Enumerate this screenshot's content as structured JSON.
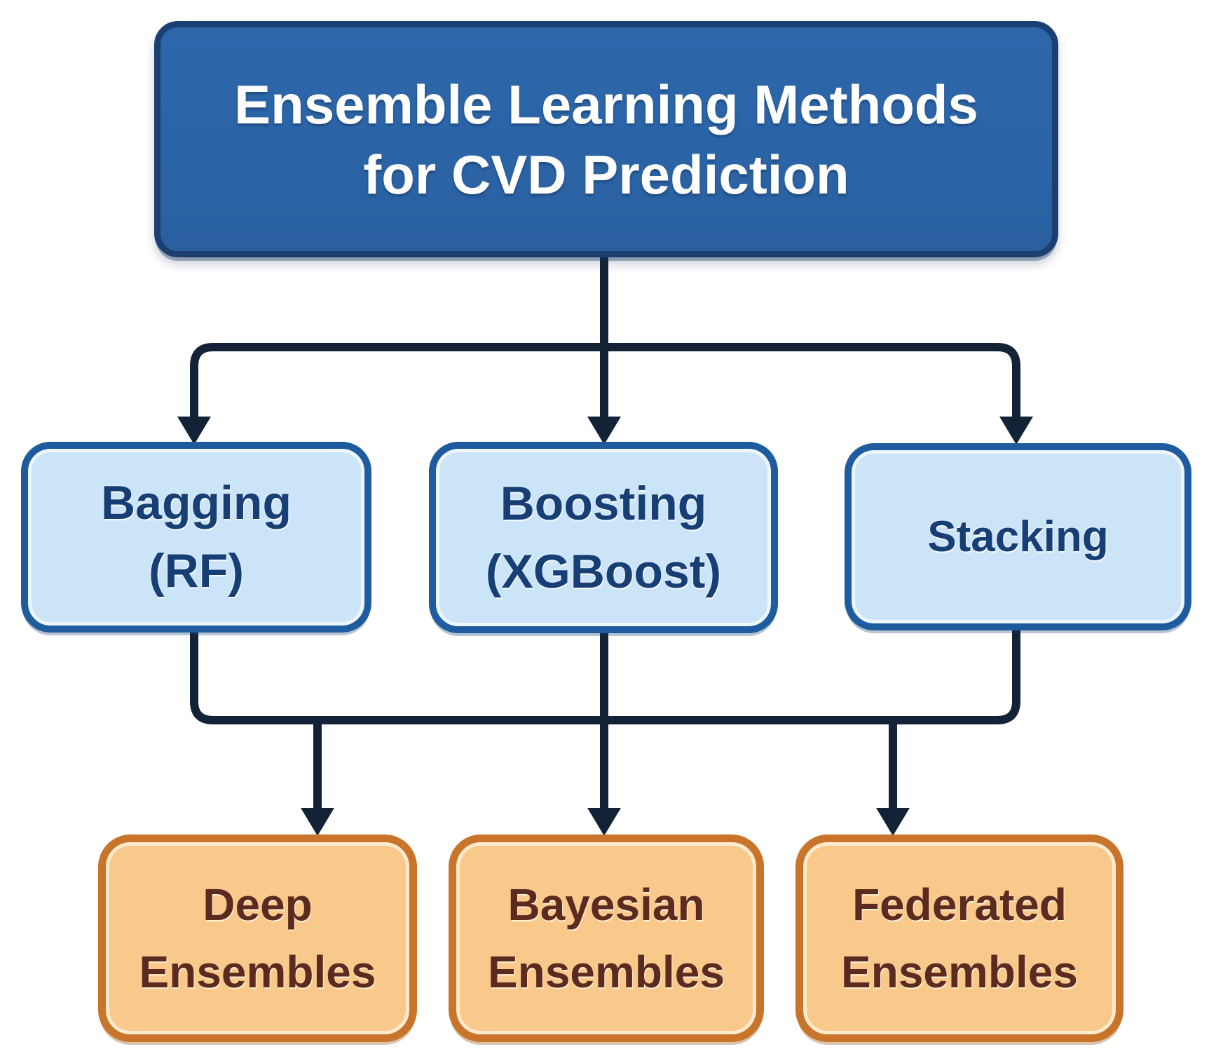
{
  "nodes": {
    "root": {
      "line1": "Ensemble Learning Methods",
      "line2": "for CVD Prediction"
    },
    "bagging": {
      "line1": "Bagging",
      "line2": "(RF)"
    },
    "boosting": {
      "line1": "Boosting",
      "line2": "(XGBoost)"
    },
    "stacking": {
      "line1": "Stacking",
      "line2": ""
    },
    "deep": {
      "line1": "Deep",
      "line2": "Ensembles"
    },
    "bayesian": {
      "line1": "Bayesian",
      "line2": "Ensembles"
    },
    "federated": {
      "line1": "Federated",
      "line2": "Ensembles"
    }
  },
  "edges": [
    {
      "from": "root",
      "to": "bagging",
      "style": "arrow"
    },
    {
      "from": "root",
      "to": "boosting",
      "style": "arrow"
    },
    {
      "from": "root",
      "to": "stacking",
      "style": "arrow"
    },
    {
      "from": "bagging",
      "to": "shared-bus",
      "style": "line"
    },
    {
      "from": "boosting",
      "to": "shared-bus",
      "style": "line"
    },
    {
      "from": "stacking",
      "to": "shared-bus",
      "style": "line"
    },
    {
      "from": "shared-bus",
      "to": "deep",
      "style": "arrow"
    },
    {
      "from": "shared-bus",
      "to": "bayesian",
      "style": "arrow"
    },
    {
      "from": "shared-bus",
      "to": "federated",
      "style": "arrow"
    }
  ],
  "colors": {
    "root_fill": "#2b64a6",
    "root_border": "#1c3f72",
    "root_text": "#ffffff",
    "method_fill": "#cce4f8",
    "method_border": "#1e5b9f",
    "method_text": "#173f75",
    "ensemble_fill": "#f9c98c",
    "ensemble_border": "#c8752b",
    "ensemble_text": "#5c2b20",
    "connector": "#132236",
    "background": "#ffffff"
  }
}
